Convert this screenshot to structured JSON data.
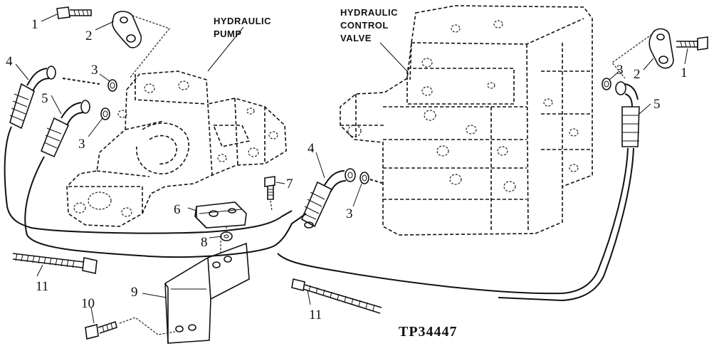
{
  "labels": {
    "hydraulic_pump": [
      "HYDRAULIC",
      "PUMP"
    ],
    "hydraulic_control_valve": [
      "HYDRAULIC",
      "CONTROL",
      "VALVE"
    ],
    "figure_ref": "TP34447"
  },
  "callouts": {
    "c1_left": "1",
    "c2_left": "2",
    "c3_left_top": "3",
    "c4_left": "4",
    "c5_left": "5",
    "c3_left_bottom": "3",
    "c6": "6",
    "c7": "7",
    "c8": "8",
    "c9": "9",
    "c10": "10",
    "c11_left": "11",
    "c11_right": "11",
    "c4_center": "4",
    "c3_center": "3",
    "c3_right": "3",
    "c2_right": "2",
    "c1_right": "1",
    "c5_right": "5"
  }
}
